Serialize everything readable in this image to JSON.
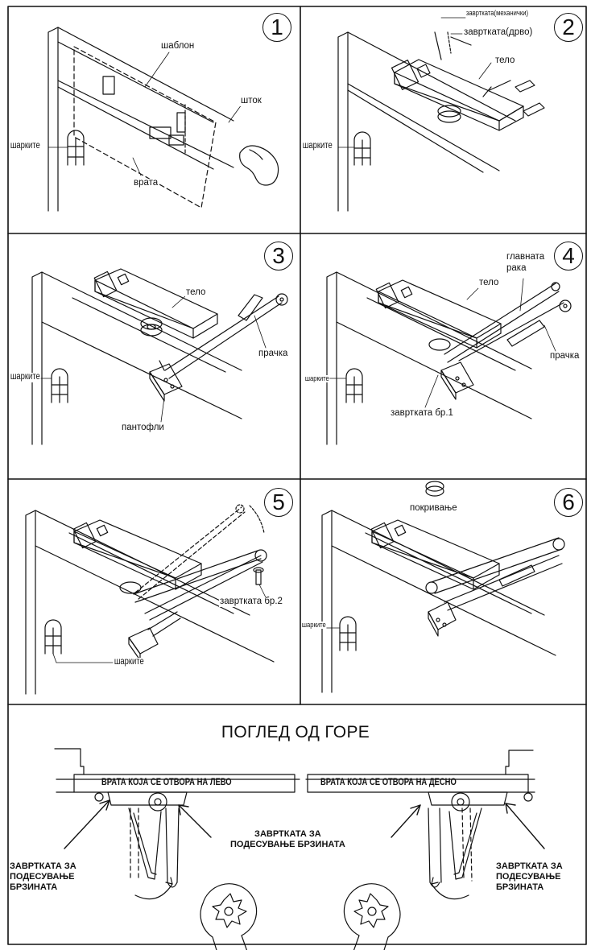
{
  "panels": [
    {
      "number": "1",
      "labels": {
        "template": "шаблон",
        "rod": "шток",
        "hinges": "шарките",
        "door": "врата"
      }
    },
    {
      "number": "2",
      "labels": {
        "screw_mech": "завртката(механички)",
        "screw_wood": "завртката(дрво)",
        "body": "тело",
        "hinges": "шарките"
      }
    },
    {
      "number": "3",
      "labels": {
        "body": "тело",
        "spring": "прачка",
        "hinges": "шарките",
        "slippers": "пантофли"
      }
    },
    {
      "number": "4",
      "labels": {
        "main_arm": "главната\nрака",
        "body": "тело",
        "spring": "прачка",
        "hinges": "шарките",
        "screw1": "завртката бр.1"
      }
    },
    {
      "number": "5",
      "labels": {
        "screw2": "завртката бр.2",
        "hinges": "шарките"
      }
    },
    {
      "number": "6",
      "labels": {
        "cover": "покривање",
        "hinges": "шарките"
      }
    }
  ],
  "top_view": {
    "title": "ПОГЛЕД ОД ГОРЕ",
    "door_left": "ВРАТА КОЈА СЕ ОТВОРА НА ЛЕВО",
    "door_right": "ВРАТА КОЈА СЕ ОТВОРА НА ДЕСНО",
    "speed_screw_center": "ЗАВРТКАТА ЗА\nПОДЕСУВАЊЕ БРЗИНАТА",
    "speed_screw_left": "ЗАВРТКАТА ЗА\nПОДЕСУВАЊЕ\nБРЗИНАТА",
    "speed_screw_right": "ЗАВРТКАТА ЗА\nПОДЕСУВАЊЕ\nБРЗИНАТА"
  }
}
